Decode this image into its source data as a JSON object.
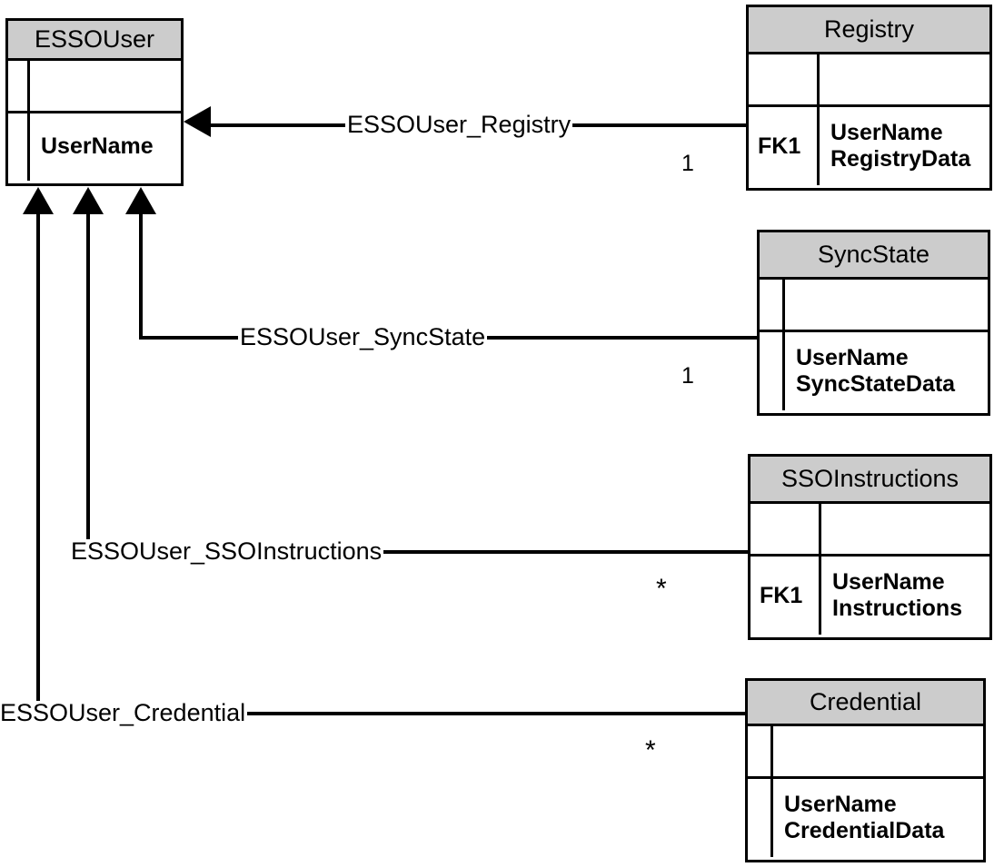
{
  "diagram": {
    "type": "entity-relationship-diagram",
    "colors": {
      "header_fill": "#cccccc",
      "line": "#000000",
      "background": "#ffffff"
    }
  },
  "entities": {
    "essouser": {
      "name": "ESSOUser",
      "key_column": "",
      "attributes": [
        "UserName"
      ]
    },
    "registry": {
      "name": "Registry",
      "key_column": "FK1",
      "attributes": [
        "UserName",
        "RegistryData"
      ]
    },
    "syncstate": {
      "name": "SyncState",
      "key_column": "",
      "attributes": [
        "UserName",
        "SyncStateData"
      ]
    },
    "ssoinstructions": {
      "name": "SSOInstructions",
      "key_column": "FK1",
      "attributes": [
        "UserName",
        "Instructions"
      ]
    },
    "credential": {
      "name": "Credential",
      "key_column": "",
      "attributes": [
        "UserName",
        "CredentialData"
      ]
    }
  },
  "relationships": [
    {
      "label": "ESSOUser_Registry",
      "from": "Registry",
      "to": "ESSOUser",
      "cardinality": "1"
    },
    {
      "label": "ESSOUser_SyncState",
      "from": "SyncState",
      "to": "ESSOUser",
      "cardinality": "1"
    },
    {
      "label": "ESSOUser_SSOInstructions",
      "from": "SSOInstructions",
      "to": "ESSOUser",
      "cardinality": "*"
    },
    {
      "label": "ESSOUser_Credential",
      "from": "Credential",
      "to": "ESSOUser",
      "cardinality": "*"
    }
  ]
}
